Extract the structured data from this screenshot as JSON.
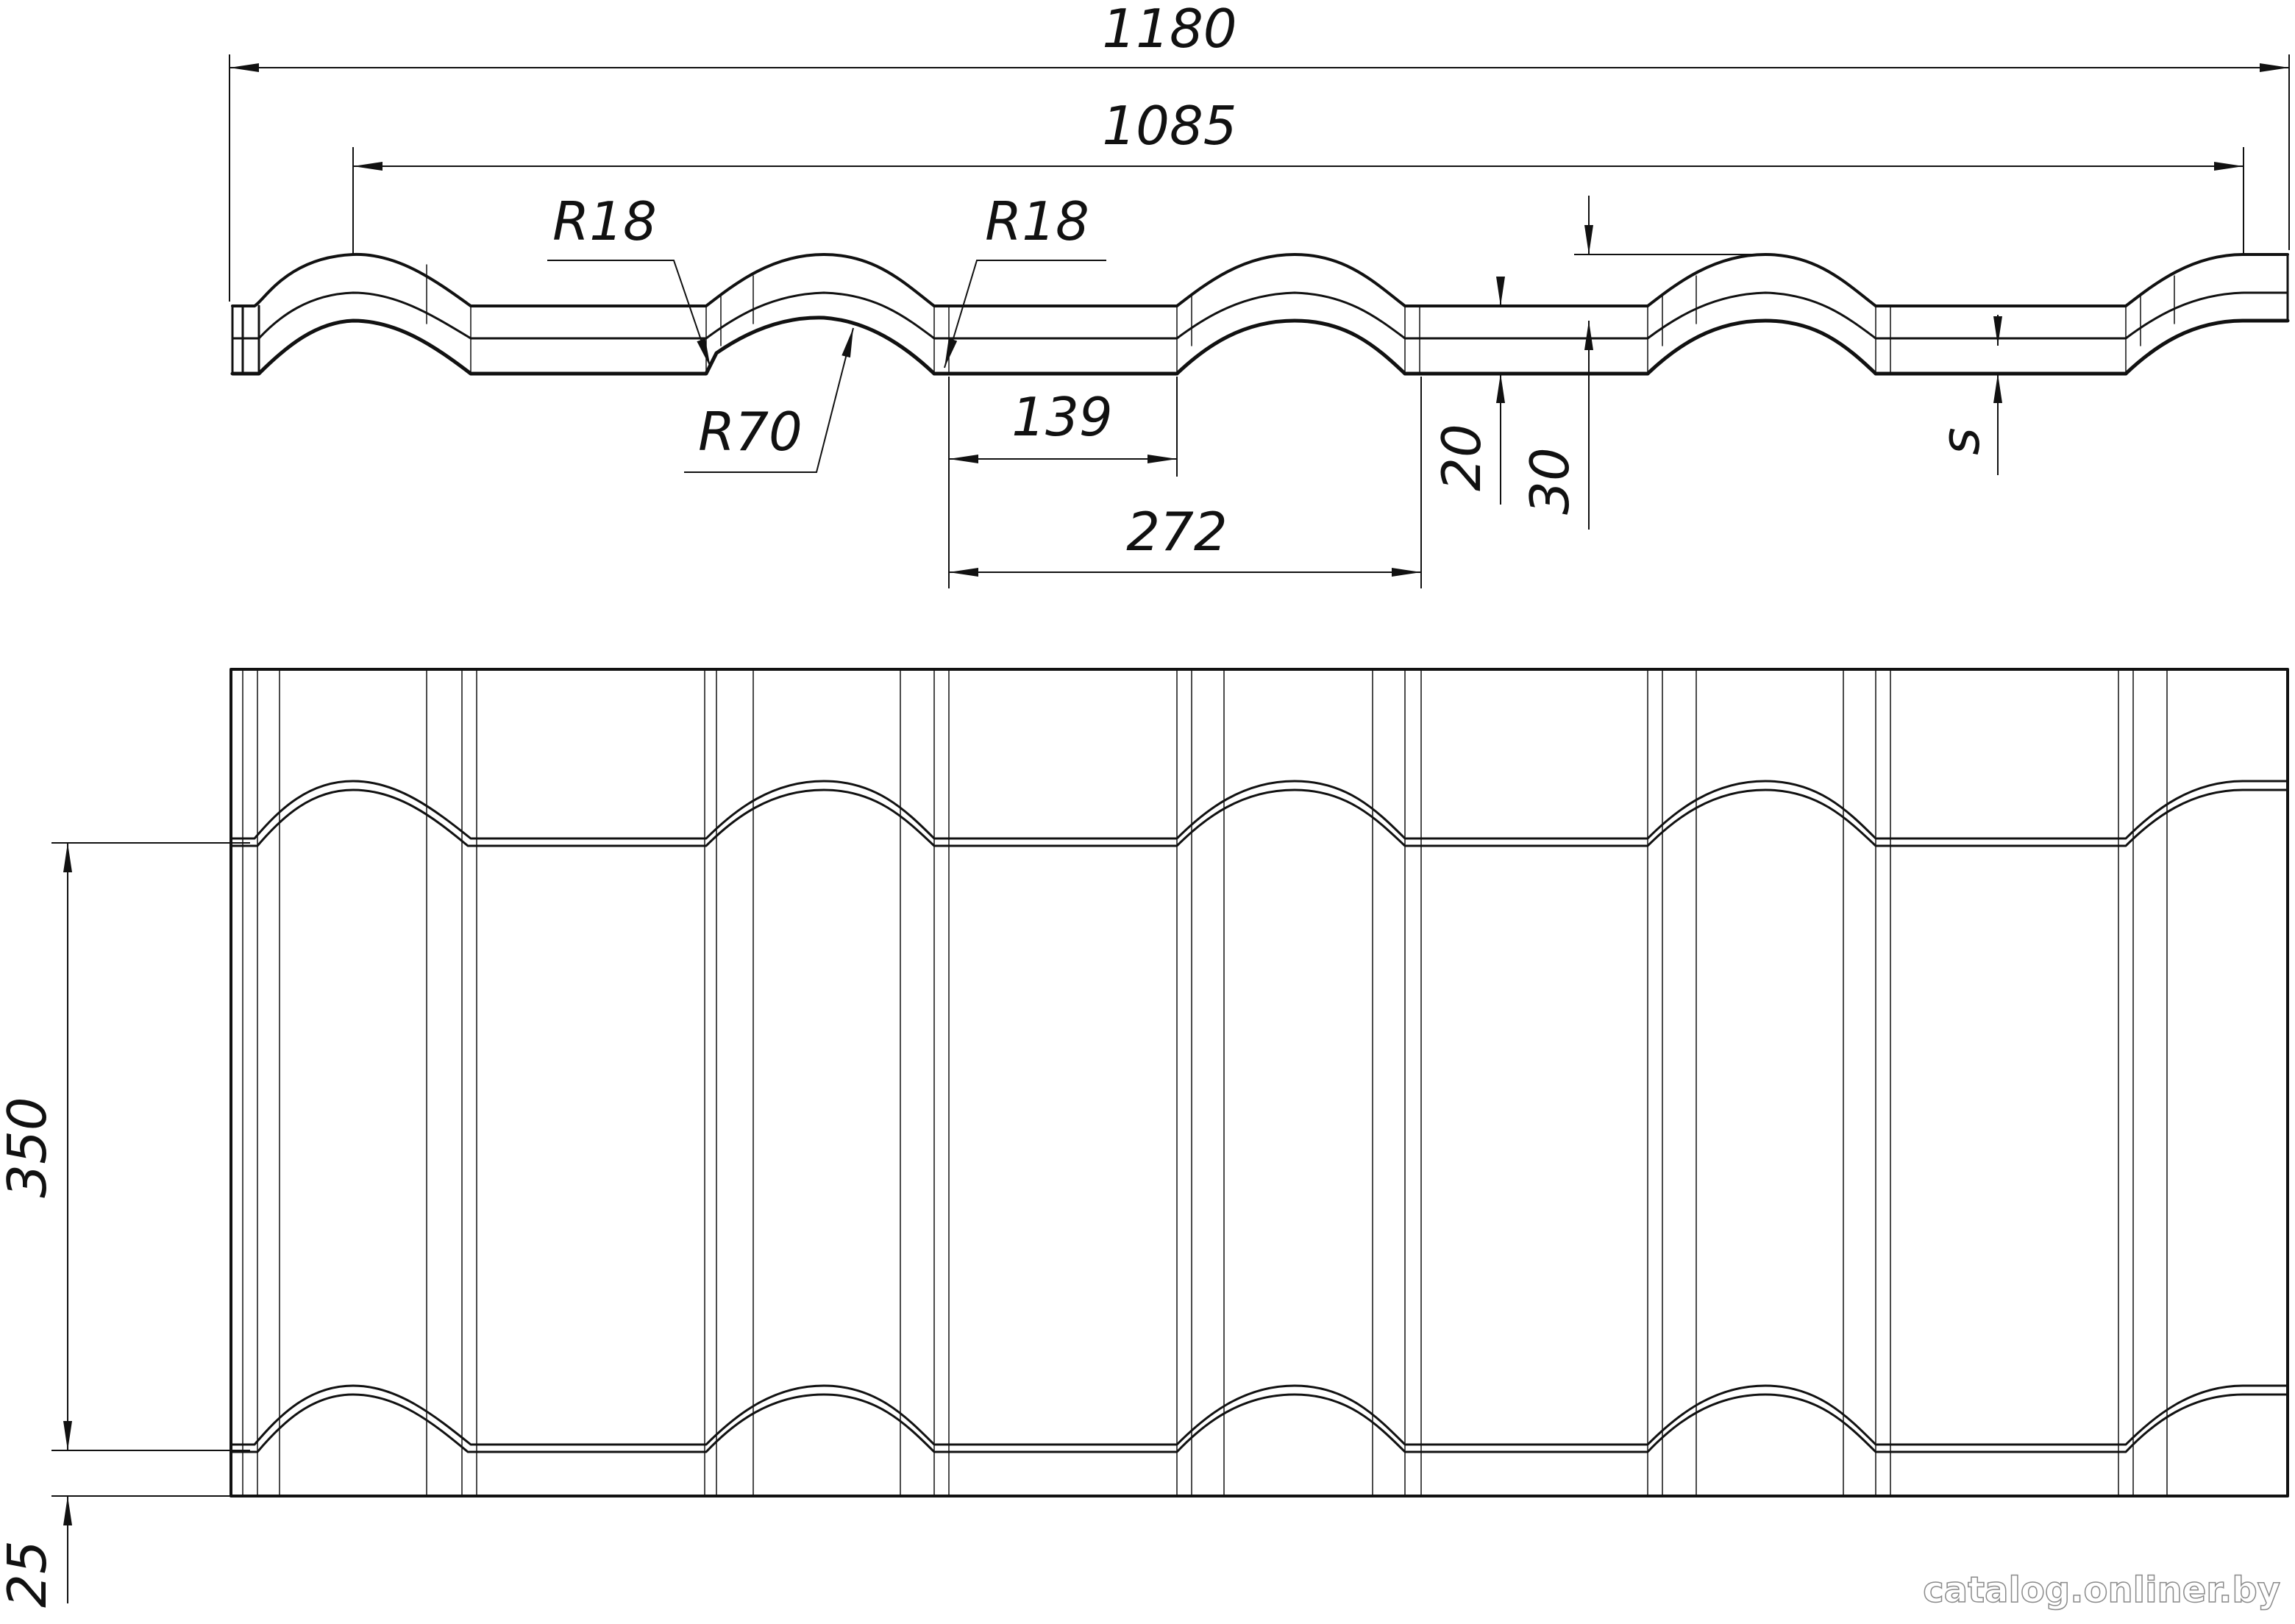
{
  "colors": {
    "line": "#111111",
    "background": "#ffffff",
    "watermark_outline": "#8a8a8a"
  },
  "section": {
    "overall_width": "1180",
    "effective_width": "1085",
    "radius_left": "R18",
    "radius_right": "R18",
    "radius_wave": "R70",
    "flat_width": "139",
    "pitch": "272",
    "height_20": "20",
    "height_30": "30",
    "thickness": "s"
  },
  "plan": {
    "step_length": "350",
    "edge_offset": "25"
  },
  "watermark": "catalog.onliner.by"
}
